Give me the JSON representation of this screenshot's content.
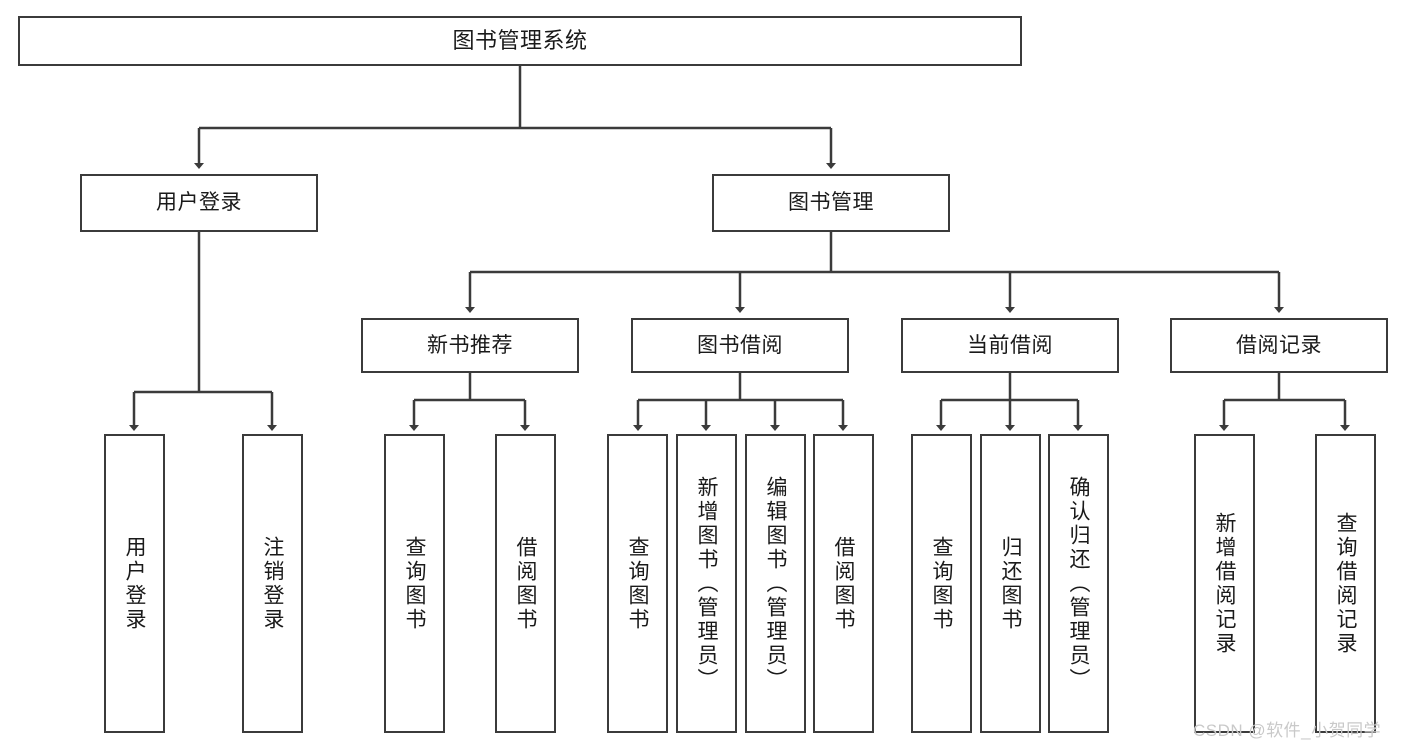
{
  "diagram": {
    "type": "hierarchy-tree",
    "root": {
      "label": "图书管理系统"
    },
    "level2": [
      {
        "label": "用户登录"
      },
      {
        "label": "图书管理"
      }
    ],
    "level3": [
      {
        "label": "新书推荐"
      },
      {
        "label": "图书借阅"
      },
      {
        "label": "当前借阅"
      },
      {
        "label": "借阅记录"
      }
    ],
    "leaves": {
      "user_login": [
        {
          "label": "用户登录"
        },
        {
          "label": "注销登录"
        }
      ],
      "new_book_recommend": [
        {
          "label": "查询图书"
        },
        {
          "label": "借阅图书"
        }
      ],
      "book_borrow": [
        {
          "label": "查询图书"
        },
        {
          "label": "新增图书（管理员）"
        },
        {
          "label": "编辑图书（管理员）"
        },
        {
          "label": "借阅图书"
        }
      ],
      "current_borrow": [
        {
          "label": "查询图书"
        },
        {
          "label": "归还图书"
        },
        {
          "label": "确认归还（管理员）"
        }
      ],
      "borrow_record": [
        {
          "label": "新增借阅记录"
        },
        {
          "label": "查询借阅记录"
        }
      ]
    }
  },
  "watermark": {
    "text": "CSDN @软件_小贺同学"
  },
  "colors": {
    "border": "#3b3b3b",
    "text": "#1a1a1a",
    "background": "#ffffff",
    "watermark": "#c9c9c9"
  }
}
